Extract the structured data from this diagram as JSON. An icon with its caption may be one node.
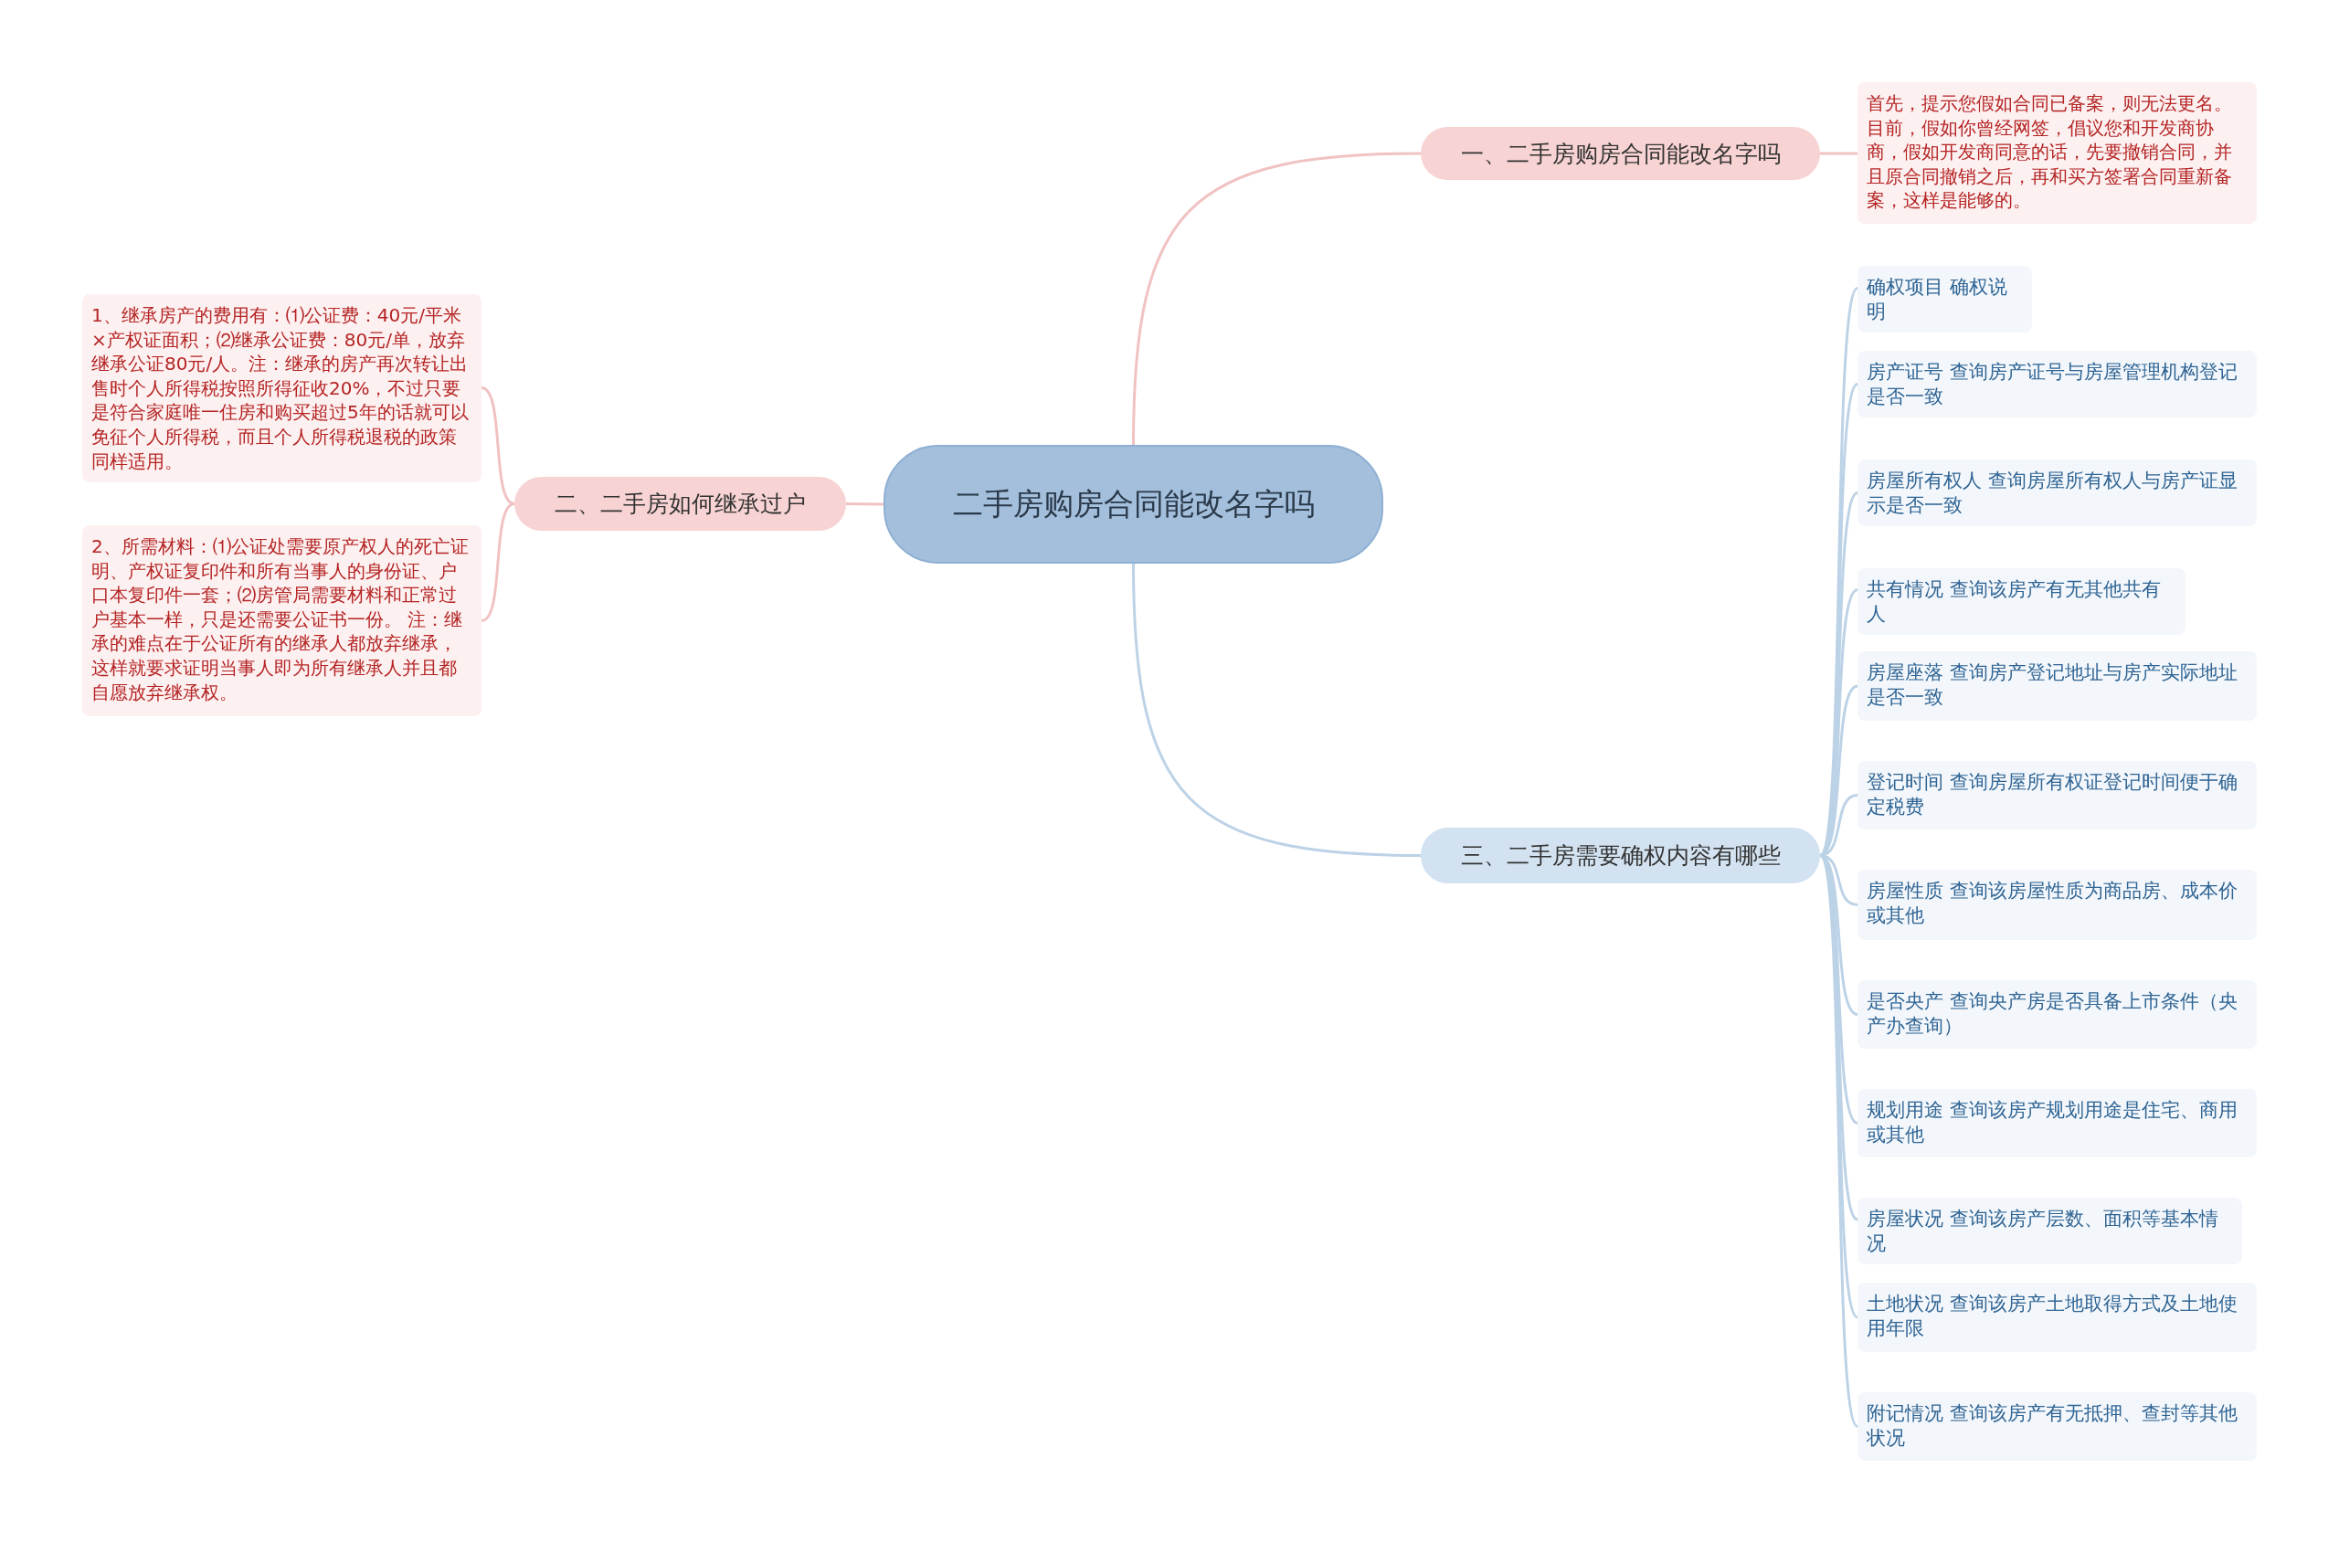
{
  "diagram": {
    "nodes": [
      {
        "text": [
          "二手房购房合同能改名字吗"
        ]
      },
      {
        "text": [
          "一、二手房购房合同能改名字吗"
        ]
      },
      {
        "text": [
          "首先，提示您假如合同已备案，则无法更名。目前，假如你曾经网签，倡议您和开发商协商，假如开发商同意的话，先要撤销合同，并且原合同撤销之后，再和买方签署合同重新备案，这样是能够的。"
        ]
      },
      {
        "text": [
          "二、二手房如何继承过户"
        ]
      },
      {
        "text": [
          "1、继承房产的费用有：⑴公证费：40元/平米×产权证面积；⑵继承公证费：80元/单，放弃继承公证80元/人。注：继承的房产再次转让出售时个人所得税按照所得征收20%，不过只要是符合家庭唯一住房和购买超过5年的话就可以免征个人所得税，而且个人所得税退税的政策同样适用。"
        ]
      },
      {
        "text": [
          "2、所需材料：⑴公证处需要原产权人的死亡证明、产权证复印件和所有当事人的身份证、户口本复印件一套；⑵房管局需要材料和正常过户基本一样，只是还需要公证书一份。 注：继承的难点在于公证所有的继承人都放弃继承，这样就要求证明当事人即为所有继承人并且都自愿放弃继承权。"
        ]
      },
      {
        "text": [
          "三、二手房需要确权内容有哪些"
        ]
      },
      {
        "text": [
          "确权项目 确权说明"
        ]
      },
      {
        "text": [
          "房产证号 查询房产证号与房屋管理机构登记是否一致"
        ]
      },
      {
        "text": [
          "房屋所有权人 查询房屋所有权人与房产证显示是否一致"
        ]
      },
      {
        "text": [
          "共有情况 查询该房产有无其他共有人"
        ]
      },
      {
        "text": [
          "房屋座落 查询房产登记地址与房产实际地址是否一致"
        ]
      },
      {
        "text": [
          "登记时间 查询房屋所有权证登记时间便于确定税费"
        ]
      },
      {
        "text": [
          "房屋性质 查询该房屋性质为商品房、成本价或其他"
        ]
      },
      {
        "text": [
          "是否央产 查询央产房是否具备上市条件（央产办查询）"
        ]
      },
      {
        "text": [
          "规划用途 查询该房产规划用途是住宅、商用或其他"
        ]
      },
      {
        "text": [
          "房屋状况 查询该房产层数、面积等基本情况"
        ]
      },
      {
        "text": [
          "土地状况 查询该房产土地取得方式及土地使用年限"
        ]
      },
      {
        "text": [
          "附记情况 查询该房产有无抵押、查封等其他状况"
        ]
      }
    ],
    "edges": [
      {
        "from": 0,
        "to": 1,
        "arrow": "none"
      },
      {
        "from": 1,
        "to": 2,
        "arrow": "none"
      },
      {
        "from": 0,
        "to": 3,
        "arrow": "none"
      },
      {
        "from": 3,
        "to": 4,
        "arrow": "none"
      },
      {
        "from": 3,
        "to": 5,
        "arrow": "none"
      },
      {
        "from": 0,
        "to": 6,
        "arrow": "none"
      },
      {
        "from": 6,
        "to": 7,
        "arrow": "none"
      },
      {
        "from": 6,
        "to": 8,
        "arrow": "none"
      },
      {
        "from": 6,
        "to": 9,
        "arrow": "none"
      },
      {
        "from": 6,
        "to": 10,
        "arrow": "none"
      },
      {
        "from": 6,
        "to": 11,
        "arrow": "none"
      },
      {
        "from": 6,
        "to": 12,
        "arrow": "none"
      },
      {
        "from": 6,
        "to": 13,
        "arrow": "none"
      },
      {
        "from": 6,
        "to": 14,
        "arrow": "none"
      },
      {
        "from": 6,
        "to": 15,
        "arrow": "none"
      },
      {
        "from": 6,
        "to": 16,
        "arrow": "none"
      },
      {
        "from": 6,
        "to": 17,
        "arrow": "none"
      },
      {
        "from": 6,
        "to": 18,
        "arrow": "none"
      }
    ]
  }
}
